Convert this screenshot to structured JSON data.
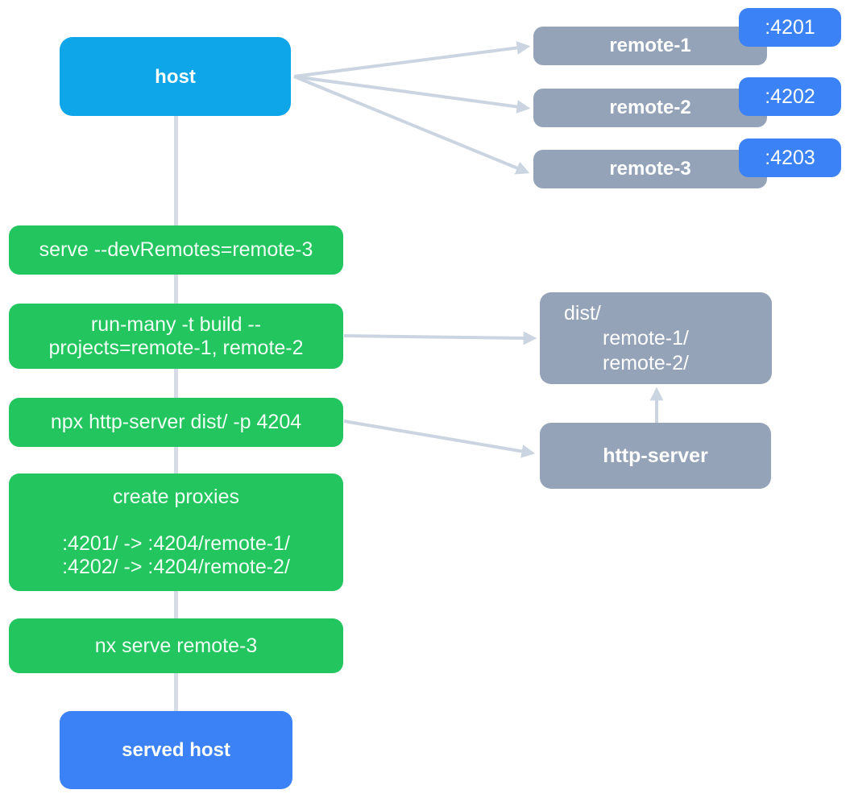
{
  "colors": {
    "host_fill": "#0EA5E9",
    "remote_fill": "#94A3B8",
    "port_badge_fill": "#3B82F6",
    "step_fill": "#22C55E",
    "served_host_fill": "#3B82F6",
    "connector": "#CBD5E1",
    "vertical_line": "#D6DBE6",
    "text": "#FFFFFF"
  },
  "host": {
    "label": "host"
  },
  "remotes": [
    {
      "label": "remote-1",
      "port": ":4201"
    },
    {
      "label": "remote-2",
      "port": ":4202"
    },
    {
      "label": "remote-3",
      "port": ":4203"
    }
  ],
  "steps": [
    {
      "lines": [
        "serve --devRemotes=remote-3"
      ]
    },
    {
      "lines": [
        "run-many -t build --",
        "projects=remote-1, remote-2"
      ]
    },
    {
      "lines": [
        "npx http-server dist/ -p 4204"
      ]
    },
    {
      "lines": [
        "create proxies",
        "",
        ":4201/ -> :4204/remote-1/",
        ":4202/ -> :4204/remote-2/"
      ]
    },
    {
      "lines": [
        "nx serve remote-3"
      ]
    }
  ],
  "dist": {
    "lines": [
      "dist/",
      "remote-1/",
      "remote-2/"
    ]
  },
  "http_server": {
    "label": "http-server"
  },
  "served_host": {
    "label": "served host"
  }
}
